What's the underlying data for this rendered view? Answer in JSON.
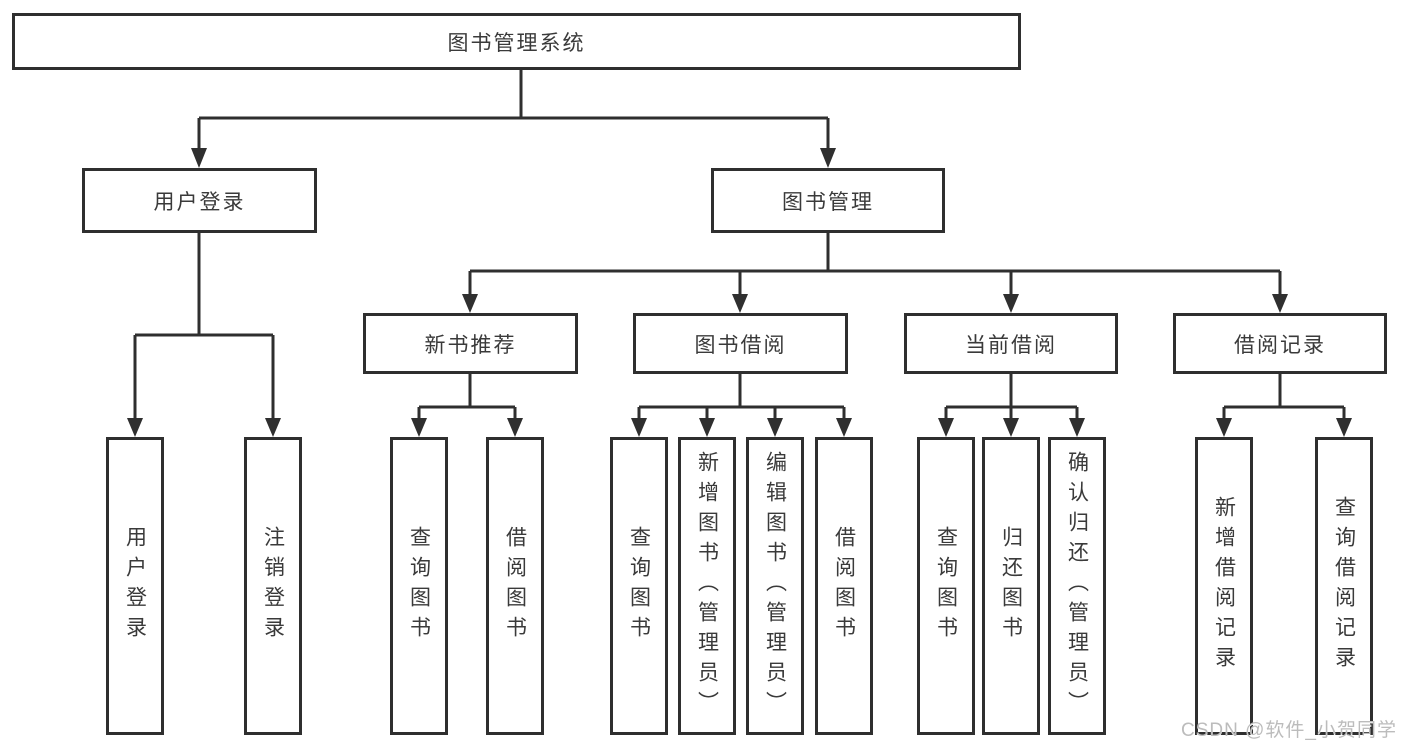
{
  "diagram": {
    "root": {
      "label": "图书管理系统"
    },
    "branches": [
      {
        "label": "用户登录",
        "children": [
          {
            "label": "用户登录"
          },
          {
            "label": "注销登录"
          }
        ]
      },
      {
        "label": "图书管理",
        "sections": [
          {
            "label": "新书推荐",
            "children": [
              {
                "label": "查询图书"
              },
              {
                "label": "借阅图书"
              }
            ]
          },
          {
            "label": "图书借阅",
            "children": [
              {
                "label": "查询图书"
              },
              {
                "label": "新增图书（管理员）"
              },
              {
                "label": "编辑图书（管理员）"
              },
              {
                "label": "借阅图书"
              }
            ]
          },
          {
            "label": "当前借阅",
            "children": [
              {
                "label": "查询图书"
              },
              {
                "label": "归还图书"
              },
              {
                "label": "确认归还（管理员）"
              }
            ]
          },
          {
            "label": "借阅记录",
            "children": [
              {
                "label": "新增借阅记录"
              },
              {
                "label": "查询借阅记录"
              }
            ]
          }
        ]
      }
    ]
  },
  "watermark": "CSDN @软件_小贺同学",
  "colors": {
    "line": "#2f2f2f",
    "text": "#3a3a3a",
    "background": "#ffffff",
    "watermark": "#bcbcbc"
  }
}
